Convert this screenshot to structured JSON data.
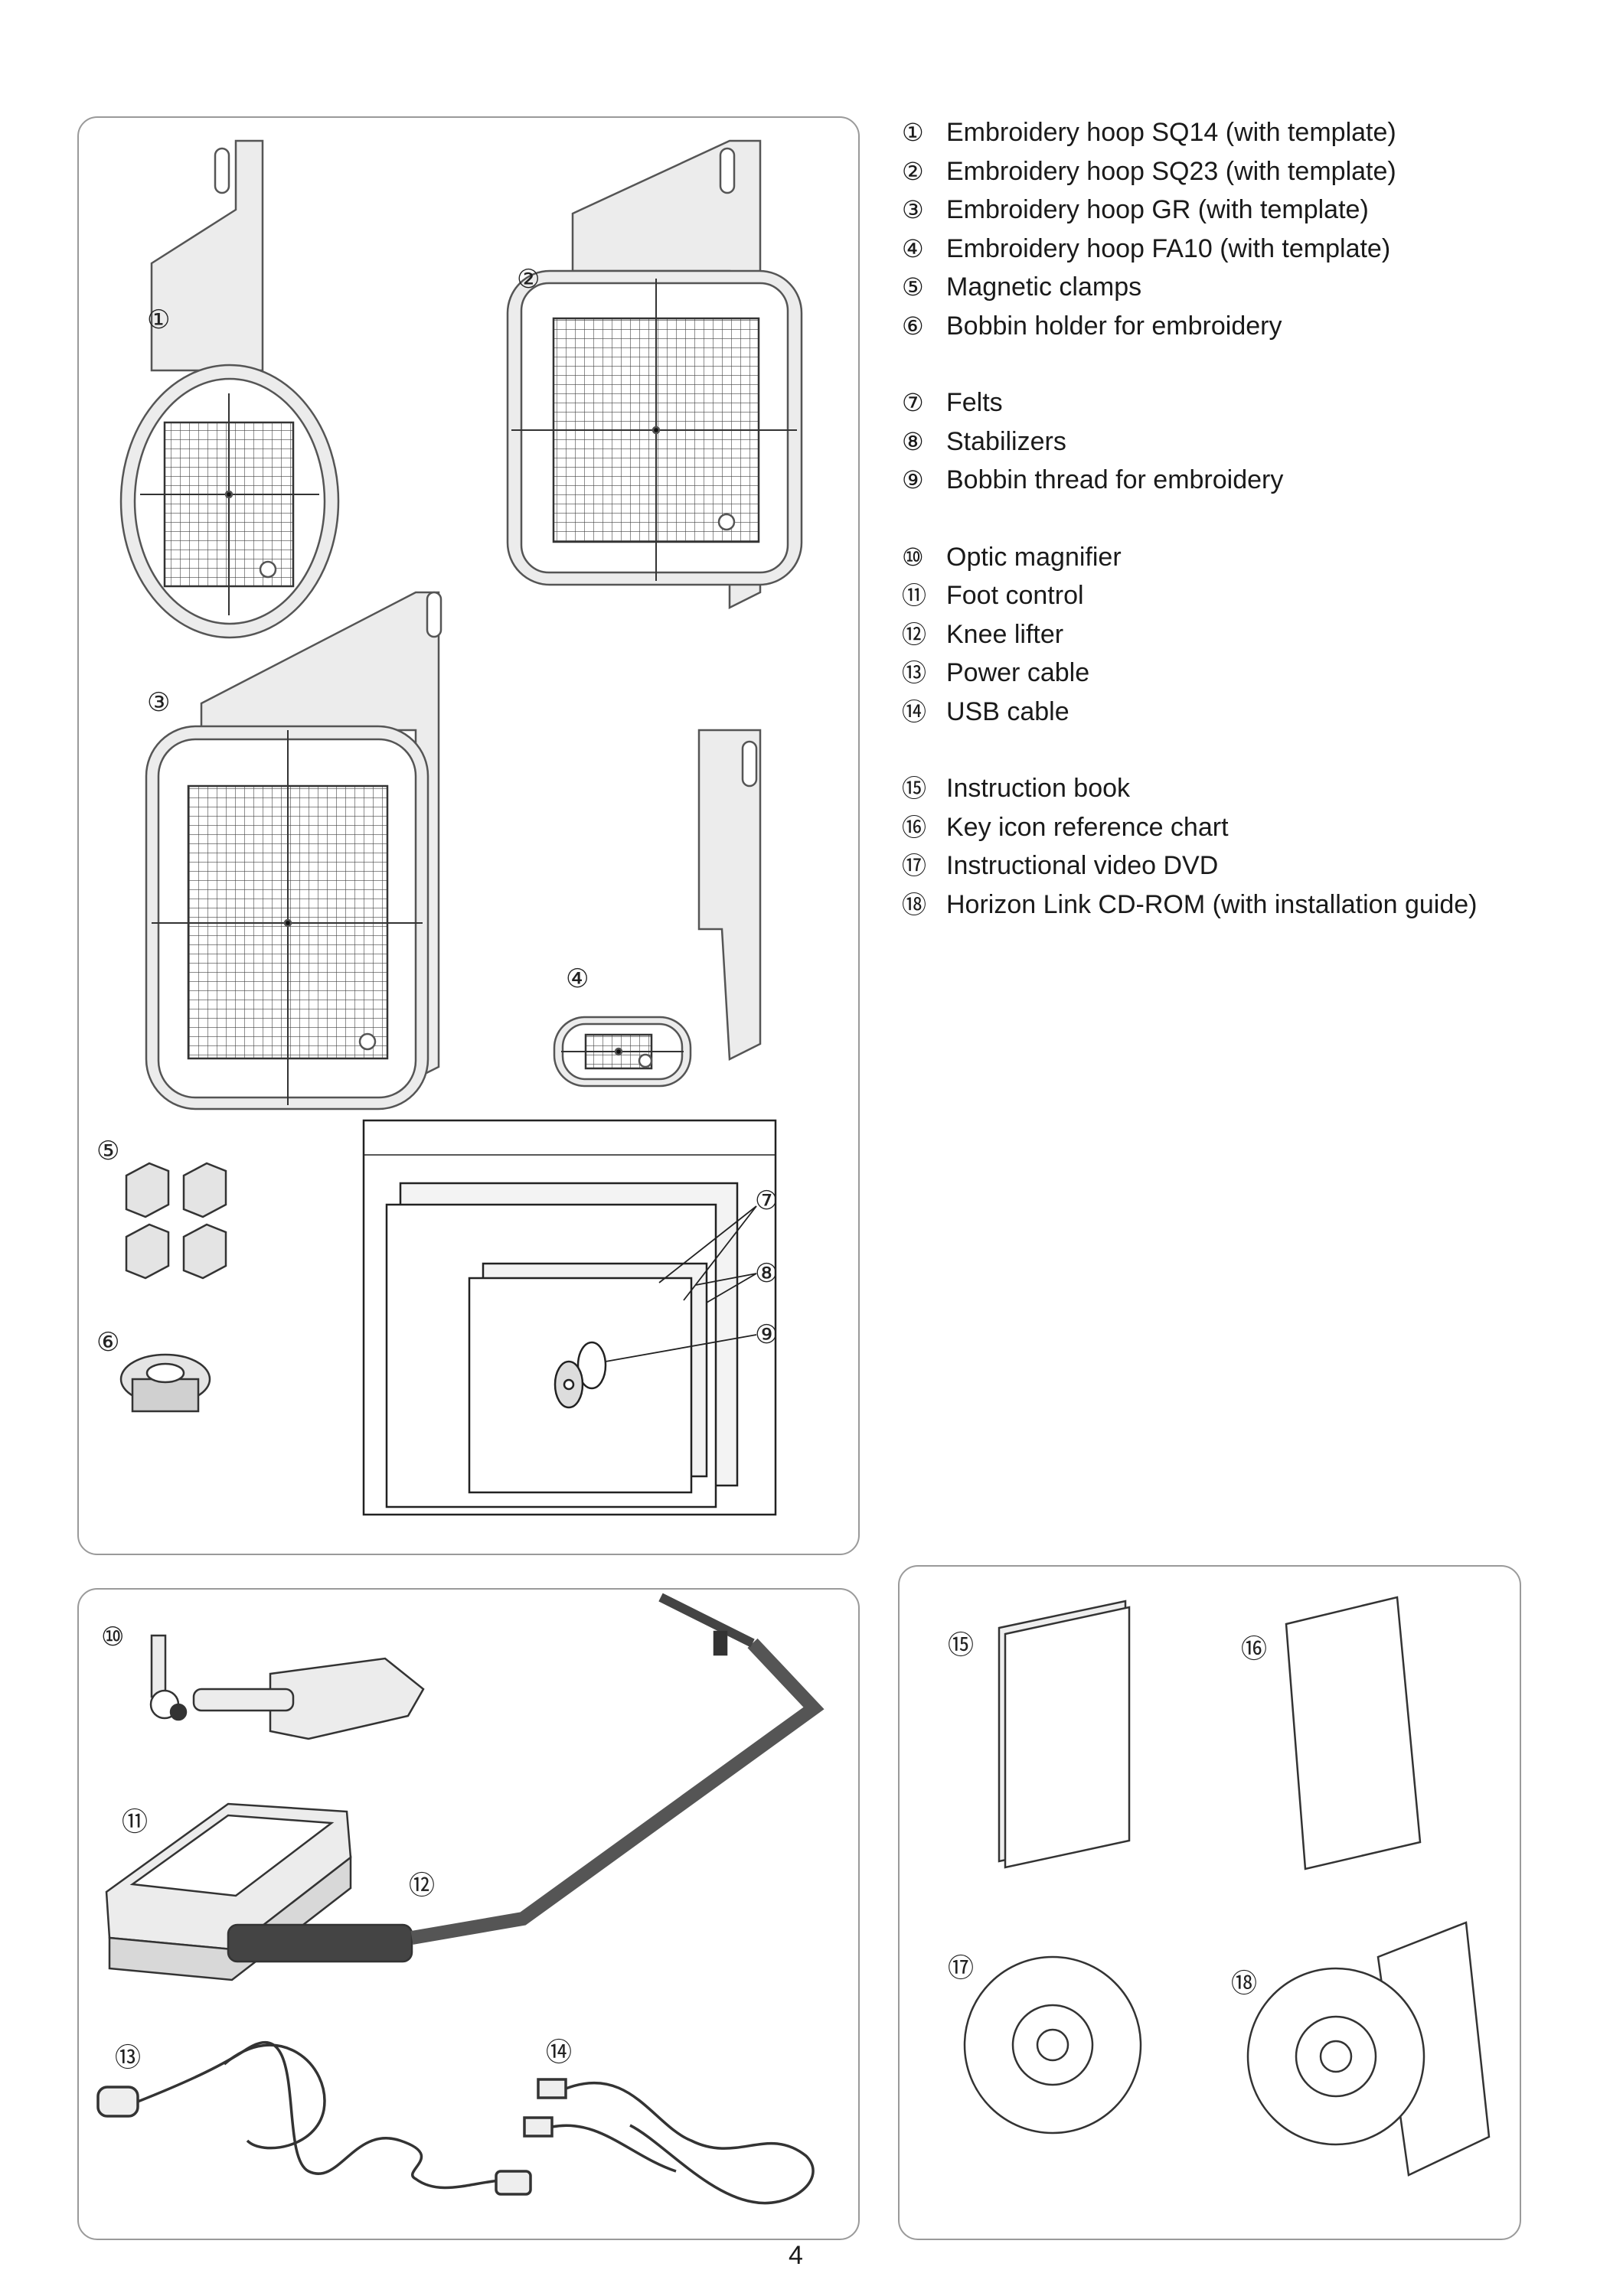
{
  "parts": [
    [
      {
        "num": "①",
        "label": "Embroidery hoop SQ14 (with template)"
      },
      {
        "num": "②",
        "label": "Embroidery hoop SQ23 (with template)"
      },
      {
        "num": "③",
        "label": "Embroidery hoop GR (with template)"
      },
      {
        "num": "④",
        "label": "Embroidery hoop FA10 (with template)"
      },
      {
        "num": "⑤",
        "label": "Magnetic clamps"
      },
      {
        "num": "⑥",
        "label": "Bobbin holder for embroidery"
      }
    ],
    [
      {
        "num": "⑦",
        "label": "Felts"
      },
      {
        "num": "⑧",
        "label": "Stabilizers"
      },
      {
        "num": "⑨",
        "label": "Bobbin thread for embroidery"
      }
    ],
    [
      {
        "num": "⑩",
        "label": "Optic magnifier"
      },
      {
        "num": "⑪",
        "label": "Foot control"
      },
      {
        "num": "⑫",
        "label": "Knee lifter"
      },
      {
        "num": "⑬",
        "label": "Power cable"
      },
      {
        "num": "⑭",
        "label": "USB cable"
      }
    ],
    [
      {
        "num": "⑮",
        "label": "Instruction book"
      },
      {
        "num": "⑯",
        "label": "Key icon reference chart"
      },
      {
        "num": "⑰",
        "label": "Instructional video DVD"
      },
      {
        "num": "⑱",
        "label": "Horizon Link CD-ROM (with installation guide)"
      }
    ]
  ],
  "callouts": {
    "c1": "①",
    "c2": "②",
    "c3": "③",
    "c4": "④",
    "c5": "⑤",
    "c6": "⑥",
    "c7": "⑦",
    "c8": "⑧",
    "c9": "⑨",
    "c10": "⑩",
    "c11": "⑪",
    "c12": "⑫",
    "c13": "⑬",
    "c14": "⑭",
    "c15": "⑮",
    "c16": "⑯",
    "c17": "⑰",
    "c18": "⑱"
  },
  "page_number": "4"
}
